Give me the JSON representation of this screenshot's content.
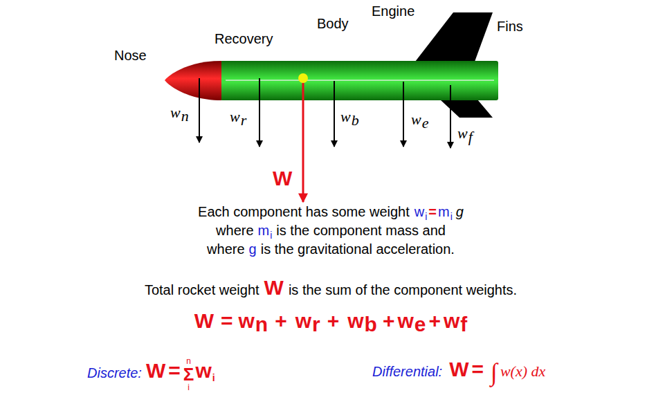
{
  "diagram": {
    "labels": [
      "Nose",
      "Recovery",
      "Body",
      "Engine",
      "Fins",
      "w",
      "n",
      "w",
      "r",
      "w",
      "b",
      "w",
      "e",
      "w",
      "f",
      "W",
      "Each component has some weight",
      "w",
      "i",
      "=",
      "m",
      "i",
      "g",
      "where",
      "m",
      "i",
      "is the component mass and",
      "where",
      "g",
      "is the gravitational acceleration.",
      "Total rocket weight",
      "W",
      "is the sum of the component weights.",
      "W",
      "=",
      "w",
      "n",
      "+",
      "w",
      "r",
      "+",
      "w",
      "b",
      "+",
      "w",
      "e",
      "+",
      "w",
      "f",
      "Discrete:",
      "W",
      "=",
      "Σ",
      "n",
      "i",
      "w",
      "i",
      "Differential:",
      "W",
      "=",
      "∫",
      "w(x) dx"
    ]
  }
}
